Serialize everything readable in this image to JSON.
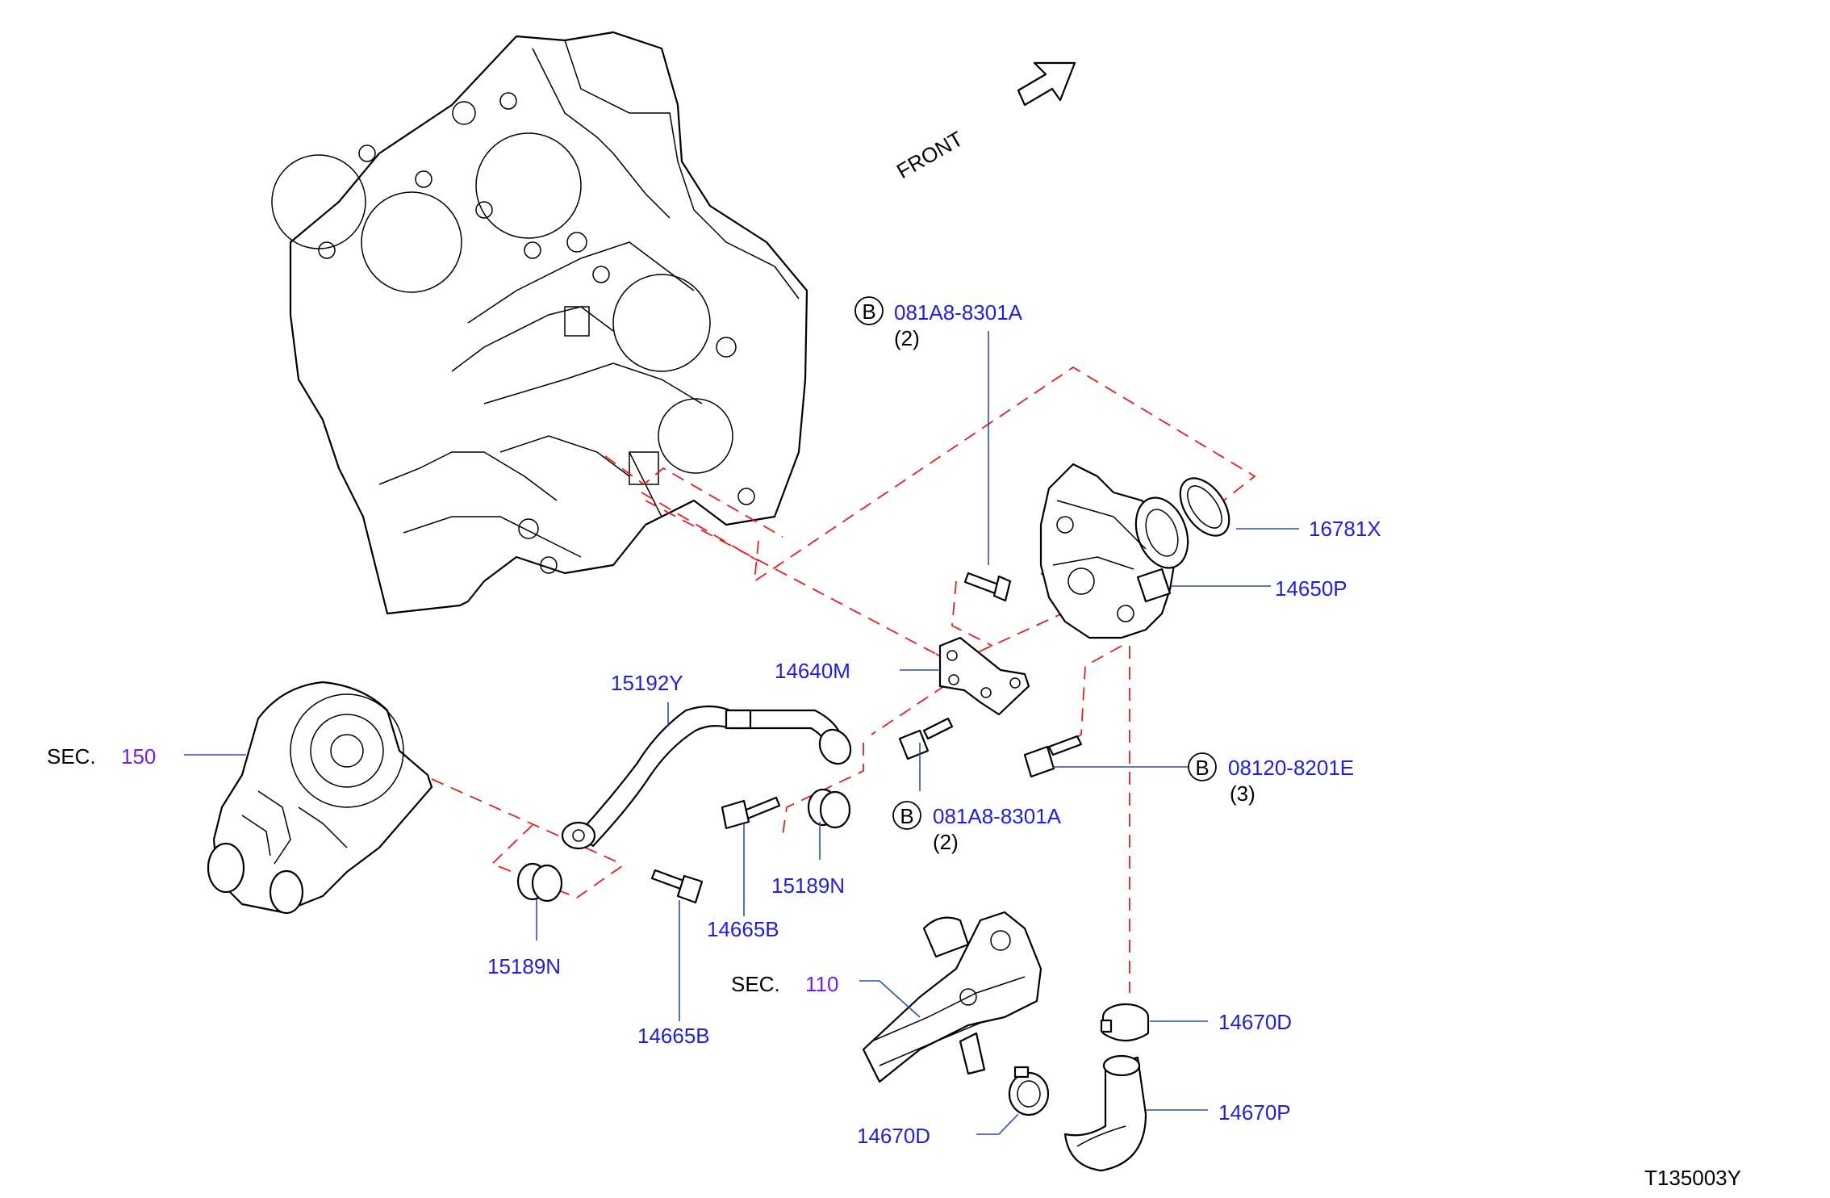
{
  "front_label": "FRONT",
  "diagram_code": "T135003Y",
  "sections": [
    {
      "prefix": "SEC.",
      "number": "150"
    },
    {
      "prefix": "SEC.",
      "number": "110"
    }
  ],
  "callouts": {
    "c16781X": "16781X",
    "c14650P": "14650P",
    "c14640M": "14640M",
    "c15192Y": "15192Y",
    "c15189N_a": "15189N",
    "c15189N_b": "15189N",
    "c14665B_a": "14665B",
    "c14665B_b": "14665B",
    "c14670D_a": "14670D",
    "c14670D_b": "14670D",
    "c14670P": "14670P"
  },
  "bolts": [
    {
      "badge": "B",
      "part": "081A8-8301A",
      "qty": "(2)"
    },
    {
      "badge": "B",
      "part": "081A8-8301A",
      "qty": "(2)"
    },
    {
      "badge": "B",
      "part": "08120-8201E",
      "qty": "(3)"
    }
  ],
  "colors": {
    "callout": "#1f1fd6",
    "section_number": "#7a1fd6",
    "leader": "#2a4fa8",
    "dashed_guide": "#e02020",
    "line_art": "#000000"
  }
}
